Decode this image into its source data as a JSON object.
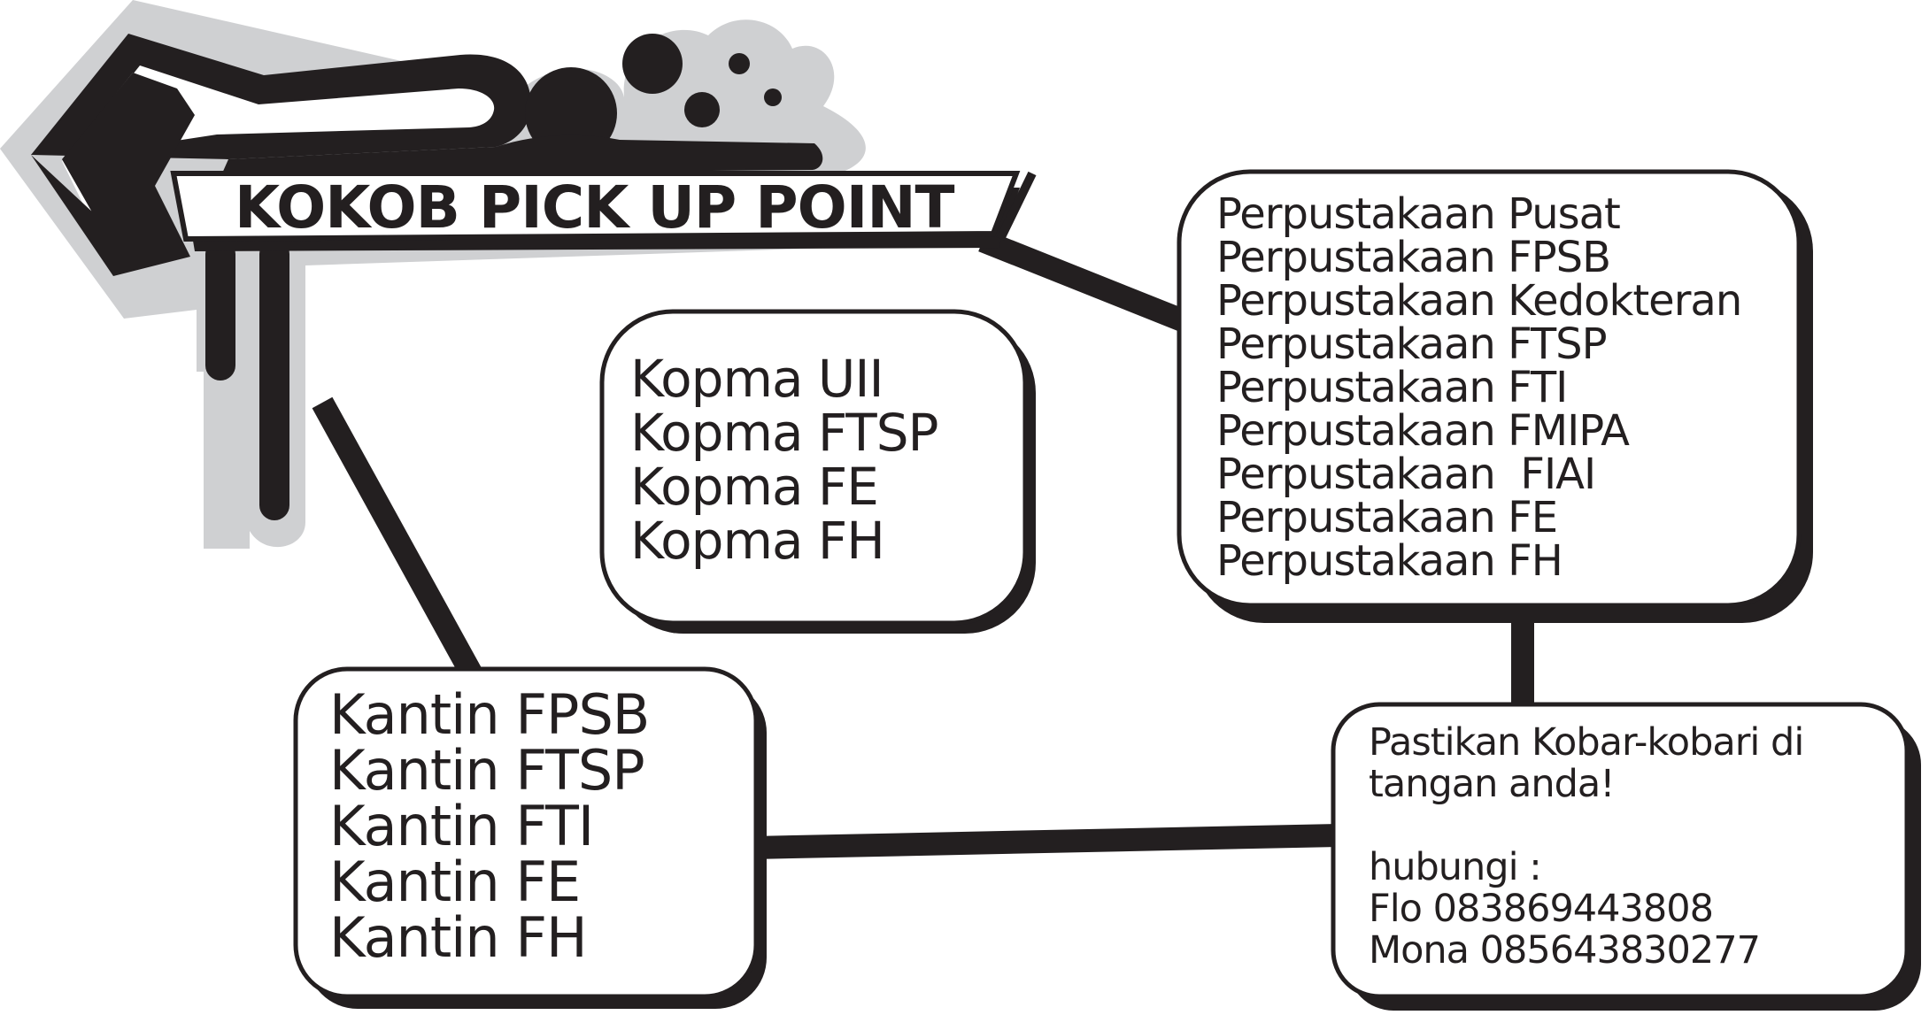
{
  "title": "KOKOB PICK UP POINT",
  "colors": {
    "ink": "#231f20",
    "halo": "#cfd0d2",
    "paper": "#ffffff"
  },
  "kopma": {
    "items": [
      "Kopma UII",
      "Kopma FTSP",
      "Kopma FE",
      "Kopma FH"
    ]
  },
  "kantin": {
    "items": [
      "Kantin FPSB",
      "Kantin FTSP",
      "Kantin FTI",
      "Kantin FE",
      "Kantin FH"
    ]
  },
  "perpustakaan": {
    "items": [
      "Perpustakaan Pusat",
      "Perpustakaan FPSB",
      "Perpustakaan Kedokteran",
      "Perpustakaan FTSP",
      "Perpustakaan FTI",
      "Perpustakaan FMIPA",
      "Perpustakaan  FIAI",
      "Perpustakaan FE",
      "Perpustakaan FH"
    ]
  },
  "contact": {
    "message_line1": "Pastikan Kobar-kobari di",
    "message_line2": "tangan anda!",
    "contact_label": "hubungi :",
    "contact_1": "Flo 083869443808",
    "contact_2": "Mona 085643830277"
  }
}
